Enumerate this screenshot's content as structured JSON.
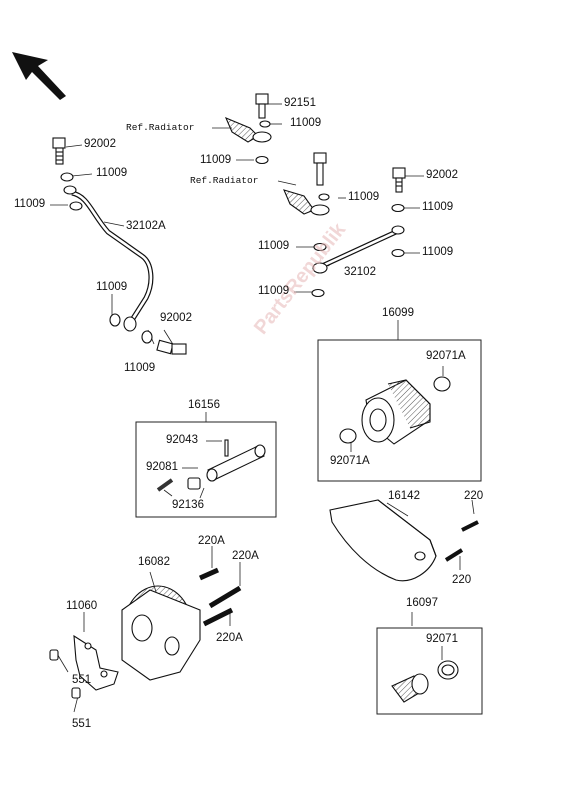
{
  "watermark": "PartsRepublik",
  "ref_label": "Ref.Radiator",
  "labels": {
    "p92151": "92151",
    "p11009_a": "11009",
    "p11009_b": "11009",
    "p92002_a": "92002",
    "p11009_c": "11009",
    "p11009_d": "11009",
    "p32102A": "32102A",
    "p11009_e": "11009",
    "p92002_b": "92002",
    "p11009_f": "11009",
    "p92002_c": "92002",
    "p11009_g": "11009",
    "p11009_h": "11009",
    "p11009_i": "11009",
    "p11009_j": "11009",
    "p32102": "32102",
    "p11009_k": "11009",
    "p16099": "16099",
    "p92071A_a": "92071A",
    "p92071A_b": "92071A",
    "p16156": "16156",
    "p92043": "92043",
    "p92081": "92081",
    "p92136": "92136",
    "p16142": "16142",
    "p220_a": "220",
    "p220_b": "220",
    "p220A_a": "220A",
    "p220A_b": "220A",
    "p220A_c": "220A",
    "p16082": "16082",
    "p11060": "11060",
    "p551_a": "551",
    "p551_b": "551",
    "p16097": "16097",
    "p92071": "92071"
  }
}
